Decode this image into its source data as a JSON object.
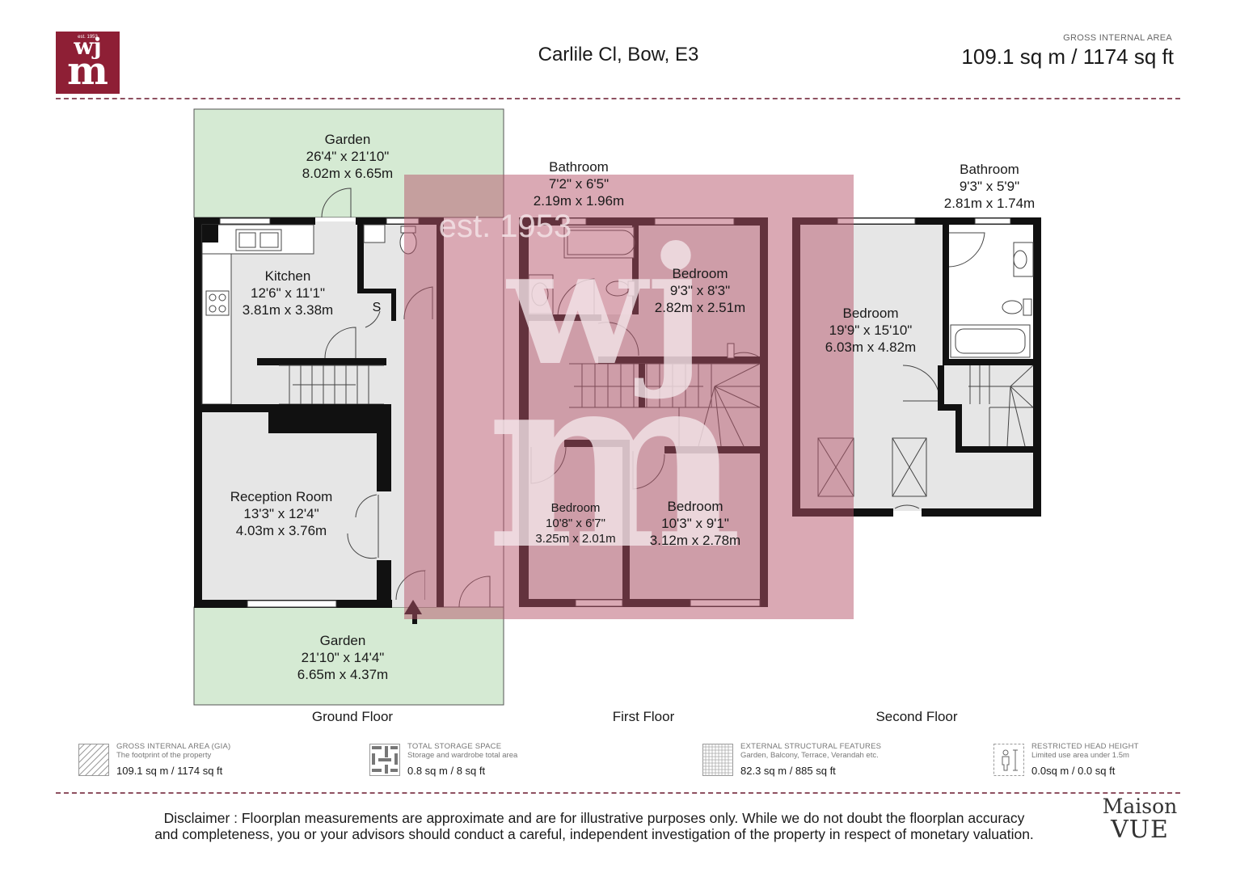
{
  "header": {
    "brand_est": "est. 1953",
    "brand_mark_top": "wj",
    "brand_mark_bottom": "m",
    "title": "Carlile Cl, Bow, E3",
    "gia_caption": "GROSS INTERNAL AREA",
    "gia_value": "109.1 sq m / 1174 sq ft"
  },
  "watermark": {
    "text": "est. 1953",
    "mark_top": "wj",
    "mark_bottom": "m"
  },
  "ground_floor": {
    "name": "Ground Floor",
    "rooms": [
      {
        "name": "Garden",
        "imperial": "26'4\" x 21'10\"",
        "metric": "8.02m x 6.65m"
      },
      {
        "name": "Kitchen",
        "imperial": "12'6\" x 11'1\"",
        "metric": "3.81m x 3.38m"
      },
      {
        "name": "Reception Room",
        "imperial": "13'3\" x 12'4\"",
        "metric": "4.03m x 3.76m"
      },
      {
        "name": "Garden",
        "imperial": "21'10\" x 14'4\"",
        "metric": "6.65m x 4.37m"
      }
    ],
    "storage_label": "S"
  },
  "first_floor": {
    "name": "First Floor",
    "rooms": [
      {
        "name": "Bathroom",
        "imperial": "7'2\" x 6'5\"",
        "metric": "2.19m x 1.96m"
      },
      {
        "name": "Bedroom",
        "imperial": "9'3\" x 8'3\"",
        "metric": "2.82m x 2.51m"
      },
      {
        "name": "Bedroom",
        "imperial": "10'8\" x 6'7\"",
        "metric": "3.25m x 2.01m"
      },
      {
        "name": "Bedroom",
        "imperial": "10'3\" x 9'1\"",
        "metric": "3.12m x 2.78m"
      }
    ]
  },
  "second_floor": {
    "name": "Second Floor",
    "rooms": [
      {
        "name": "Bathroom",
        "imperial": "9'3\" x 5'9\"",
        "metric": "2.81m x 1.74m"
      },
      {
        "name": "Bedroom",
        "imperial": "19'9\" x 15'10\"",
        "metric": "6.03m x 4.82m"
      }
    ]
  },
  "legend": [
    {
      "title": "GROSS INTERNAL AREA (GIA)",
      "subtitle": "The footprint of the property",
      "value": "109.1 sq m / 1174 sq ft",
      "icon": "hatch-diagonal-icon"
    },
    {
      "title": "TOTAL STORAGE SPACE",
      "subtitle": "Storage and wardrobe total area",
      "value": "0.8 sq m / 8 sq ft",
      "icon": "storage-pattern-icon"
    },
    {
      "title": "EXTERNAL STRUCTURAL FEATURES",
      "subtitle": "Garden, Balcony, Terrace, Verandah etc.",
      "value": "82.3 sq m / 885 sq ft",
      "icon": "grid-pattern-icon"
    },
    {
      "title": "RESTRICTED HEAD HEIGHT",
      "subtitle": "Limited use area under 1.5m",
      "value": "0.0sq m / 0.0 sq ft",
      "icon": "person-icon"
    }
  ],
  "footer": {
    "disclaimer_line1": "Disclaimer : Floorplan measurements are approximate and are for illustrative purposes only. While we do not doubt the floorplan accuracy",
    "disclaimer_line2": "and completeness, you or your advisors should conduct a careful, independent investigation of the property in respect of monetary valuation.",
    "brand_line1": "Maison",
    "brand_line2": "VUE"
  },
  "colors": {
    "brand": "#8e1f35",
    "garden": "#d5ead3",
    "room": "#e6e6e6",
    "watermark": "#c98a98"
  }
}
